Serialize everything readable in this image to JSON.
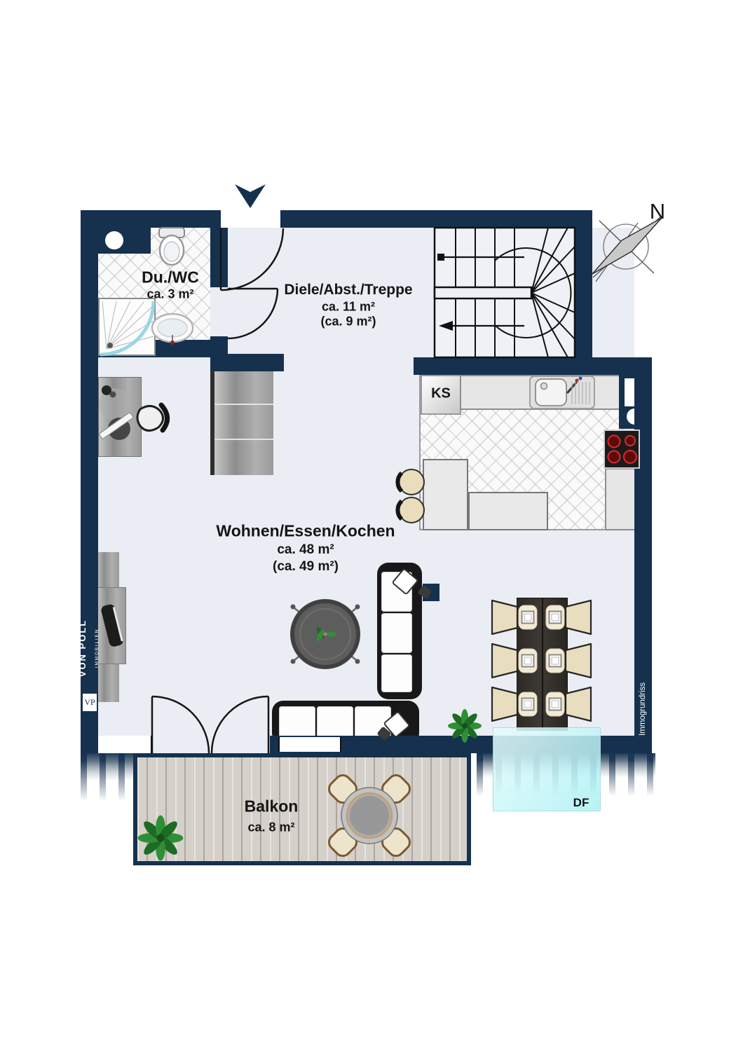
{
  "branding": {
    "logo_short": "VP",
    "name": "VON POLL",
    "subtitle": "IMMOBILIEN",
    "watermark": "Immogrundriss"
  },
  "compass": {
    "north": "N"
  },
  "rooms": {
    "bathroom": {
      "name": "Du./WC",
      "area": "ca. 3 m²"
    },
    "hallway": {
      "name": "Diele/Abst./Treppe",
      "area": "ca. 11 m²",
      "area_alt": "(ca. 9 m²)"
    },
    "living": {
      "name": "Wohnen/Essen/Kochen",
      "area": "ca. 48 m²",
      "area_alt": "(ca. 49 m²)"
    },
    "balcony": {
      "name": "Balkon",
      "area": "ca. 8 m²"
    }
  },
  "annotations": {
    "fridge": "KS",
    "roof_window": "DF"
  },
  "colors": {
    "wall": "#15314e",
    "floor": "#eaedf3",
    "tile": "#fafafa",
    "balcony_wood": "#d6d0cb",
    "skylight": "#bdeef2",
    "stove_burner": "#8f1111",
    "shower_glass": "#8ed4e2",
    "chair_cream": "#e8ddbf"
  }
}
